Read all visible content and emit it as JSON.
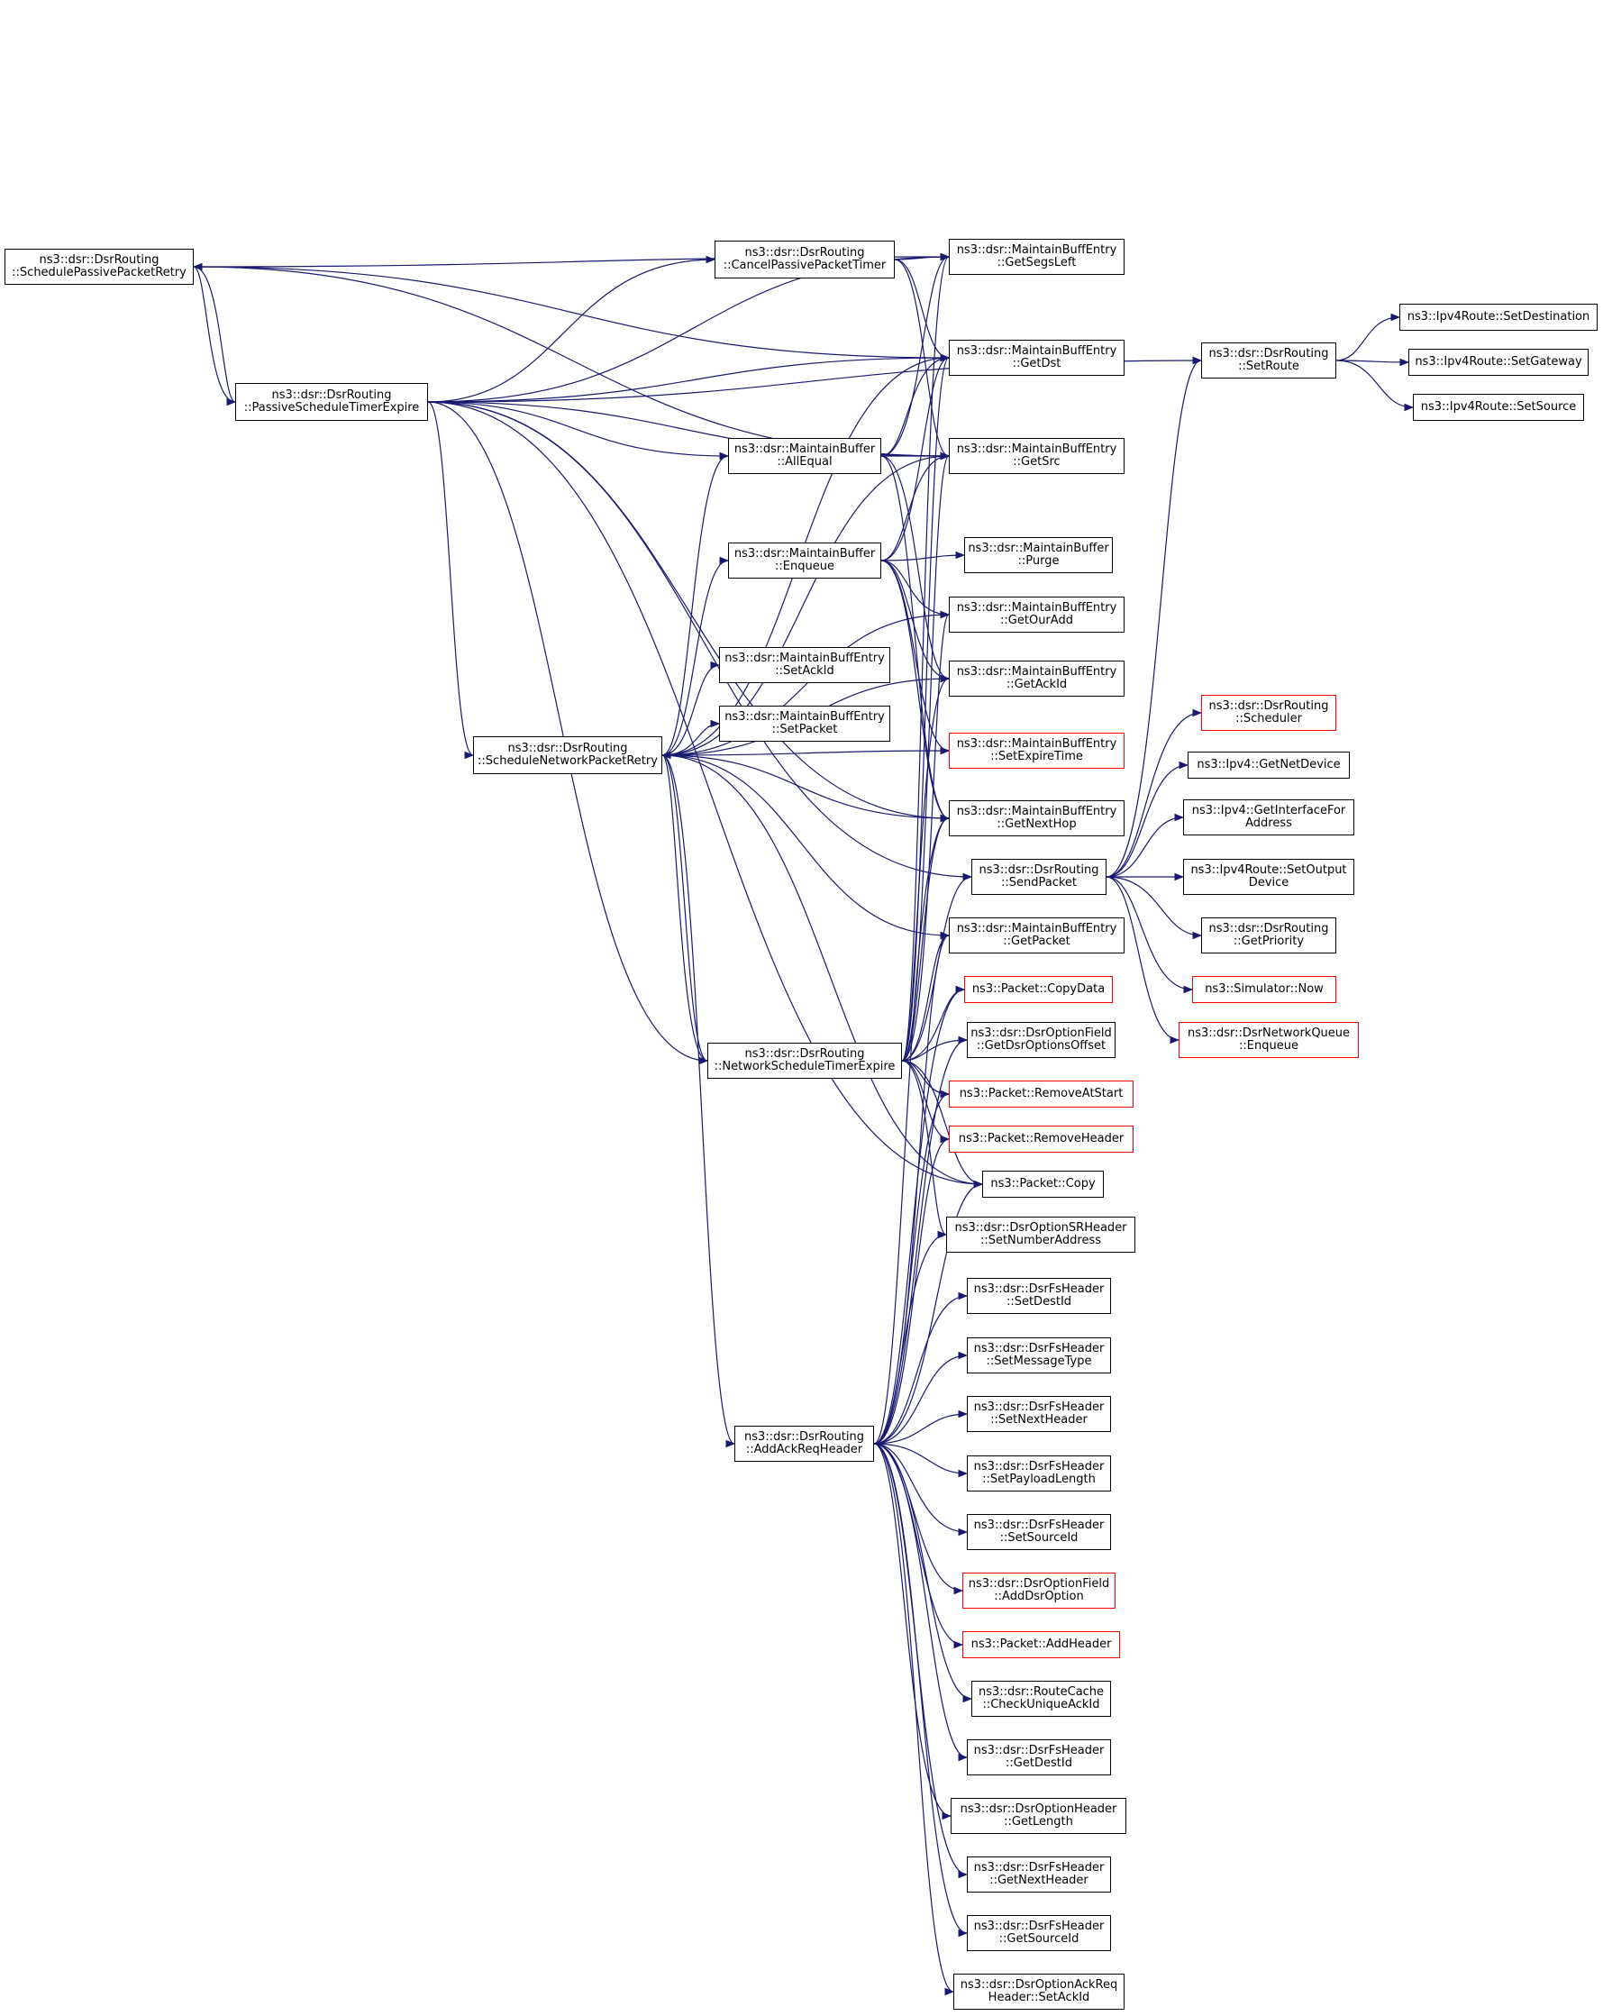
{
  "colors": {
    "edge": "#191970",
    "node_border": "#000000",
    "node_border_external": "#ff0000",
    "root_fill": "#bfbfbf"
  },
  "nodes": [
    {
      "id": "root",
      "lines": [
        "ns3::dsr::DsrRouting",
        "::SchedulePassivePacketRetry"
      ],
      "style": "root"
    },
    {
      "id": "pste",
      "lines": [
        "ns3::dsr::DsrRouting",
        "::PassiveScheduleTimerExpire"
      ],
      "style": "normal"
    },
    {
      "id": "snpr",
      "lines": [
        "ns3::dsr::DsrRouting",
        "::ScheduleNetworkPacketRetry"
      ],
      "style": "normal"
    },
    {
      "id": "nste",
      "lines": [
        "ns3::dsr::DsrRouting",
        "::NetworkScheduleTimerExpire"
      ],
      "style": "red"
    },
    {
      "id": "aarh",
      "lines": [
        "ns3::dsr::DsrRouting",
        "::AddAckReqHeader"
      ],
      "style": "normal"
    },
    {
      "id": "cppt",
      "lines": [
        "ns3::dsr::DsrRouting",
        "::CancelPassivePacketTimer"
      ],
      "style": "normal"
    },
    {
      "id": "alleq",
      "lines": [
        "ns3::dsr::MaintainBuffer",
        "::AllEqual"
      ],
      "style": "normal"
    },
    {
      "id": "enq",
      "lines": [
        "ns3::dsr::MaintainBuffer",
        "::Enqueue"
      ],
      "style": "normal"
    },
    {
      "id": "setack",
      "lines": [
        "ns3::dsr::MaintainBuffEntry",
        "::SetAckId"
      ],
      "style": "normal"
    },
    {
      "id": "setpkt",
      "lines": [
        "ns3::dsr::MaintainBuffEntry",
        "::SetPacket"
      ],
      "style": "normal"
    },
    {
      "id": "getsegs",
      "lines": [
        "ns3::dsr::MaintainBuffEntry",
        "::GetSegsLeft"
      ],
      "style": "normal"
    },
    {
      "id": "getdst",
      "lines": [
        "ns3::dsr::MaintainBuffEntry",
        "::GetDst"
      ],
      "style": "normal"
    },
    {
      "id": "getsrc",
      "lines": [
        "ns3::dsr::MaintainBuffEntry",
        "::GetSrc"
      ],
      "style": "normal"
    },
    {
      "id": "purge",
      "lines": [
        "ns3::dsr::MaintainBuffer",
        "::Purge"
      ],
      "style": "normal"
    },
    {
      "id": "getour",
      "lines": [
        "ns3::dsr::MaintainBuffEntry",
        "::GetOurAdd"
      ],
      "style": "normal"
    },
    {
      "id": "getackid",
      "lines": [
        "ns3::dsr::MaintainBuffEntry",
        "::GetAckId"
      ],
      "style": "normal"
    },
    {
      "id": "setexp",
      "lines": [
        "ns3::dsr::MaintainBuffEntry",
        "::SetExpireTime"
      ],
      "style": "red"
    },
    {
      "id": "getnext",
      "lines": [
        "ns3::dsr::MaintainBuffEntry",
        "::GetNextHop"
      ],
      "style": "normal"
    },
    {
      "id": "sendpkt",
      "lines": [
        "ns3::dsr::DsrRouting",
        "::SendPacket"
      ],
      "style": "normal"
    },
    {
      "id": "getpkt",
      "lines": [
        "ns3::dsr::MaintainBuffEntry",
        "::GetPacket"
      ],
      "style": "normal"
    },
    {
      "id": "copydata",
      "lines": [
        "ns3::Packet::CopyData"
      ],
      "style": "red"
    },
    {
      "id": "getdsropt",
      "lines": [
        "ns3::dsr::DsrOptionField",
        "::GetDsrOptionsOffset"
      ],
      "style": "normal"
    },
    {
      "id": "remstart",
      "lines": [
        "ns3::Packet::RemoveAtStart"
      ],
      "style": "red"
    },
    {
      "id": "remhdr",
      "lines": [
        "ns3::Packet::RemoveHeader"
      ],
      "style": "red"
    },
    {
      "id": "copy",
      "lines": [
        "ns3::Packet::Copy"
      ],
      "style": "normal"
    },
    {
      "id": "setnumaddr",
      "lines": [
        "ns3::dsr::DsrOptionSRHeader",
        "::SetNumberAddress"
      ],
      "style": "normal"
    },
    {
      "id": "setdestid",
      "lines": [
        "ns3::dsr::DsrFsHeader",
        "::SetDestId"
      ],
      "style": "normal"
    },
    {
      "id": "setmsgtype",
      "lines": [
        "ns3::dsr::DsrFsHeader",
        "::SetMessageType"
      ],
      "style": "normal"
    },
    {
      "id": "setnexthdr",
      "lines": [
        "ns3::dsr::DsrFsHeader",
        "::SetNextHeader"
      ],
      "style": "normal"
    },
    {
      "id": "setpaylen",
      "lines": [
        "ns3::dsr::DsrFsHeader",
        "::SetPayloadLength"
      ],
      "style": "normal"
    },
    {
      "id": "setsrcid",
      "lines": [
        "ns3::dsr::DsrFsHeader",
        "::SetSourceId"
      ],
      "style": "normal"
    },
    {
      "id": "adddsropt",
      "lines": [
        "ns3::dsr::DsrOptionField",
        "::AddDsrOption"
      ],
      "style": "red"
    },
    {
      "id": "addhdr",
      "lines": [
        "ns3::Packet::AddHeader"
      ],
      "style": "red"
    },
    {
      "id": "chkack",
      "lines": [
        "ns3::dsr::RouteCache",
        "::CheckUniqueAckId"
      ],
      "style": "normal"
    },
    {
      "id": "getdestid",
      "lines": [
        "ns3::dsr::DsrFsHeader",
        "::GetDestId"
      ],
      "style": "normal"
    },
    {
      "id": "getlen",
      "lines": [
        "ns3::dsr::DsrOptionHeader",
        "::GetLength"
      ],
      "style": "normal"
    },
    {
      "id": "getnexthdr",
      "lines": [
        "ns3::dsr::DsrFsHeader",
        "::GetNextHeader"
      ],
      "style": "normal"
    },
    {
      "id": "getsrcid",
      "lines": [
        "ns3::dsr::DsrFsHeader",
        "::GetSourceId"
      ],
      "style": "normal"
    },
    {
      "id": "setackid2",
      "lines": [
        "ns3::dsr::DsrOptionAckReq",
        "Header::SetAckId"
      ],
      "style": "normal"
    },
    {
      "id": "setroute",
      "lines": [
        "ns3::dsr::DsrRouting",
        "::SetRoute"
      ],
      "style": "normal"
    },
    {
      "id": "setdest",
      "lines": [
        "ns3::Ipv4Route::SetDestination"
      ],
      "style": "normal"
    },
    {
      "id": "setgw",
      "lines": [
        "ns3::Ipv4Route::SetGateway"
      ],
      "style": "normal"
    },
    {
      "id": "setsrc",
      "lines": [
        "ns3::Ipv4Route::SetSource"
      ],
      "style": "normal"
    },
    {
      "id": "sched",
      "lines": [
        "ns3::dsr::DsrRouting",
        "::Scheduler"
      ],
      "style": "red"
    },
    {
      "id": "getnetdev",
      "lines": [
        "ns3::Ipv4::GetNetDevice"
      ],
      "style": "normal"
    },
    {
      "id": "getiface",
      "lines": [
        "ns3::Ipv4::GetInterfaceFor",
        "Address"
      ],
      "style": "normal"
    },
    {
      "id": "setoutdev",
      "lines": [
        "ns3::Ipv4Route::SetOutput",
        "Device"
      ],
      "style": "normal"
    },
    {
      "id": "getprio",
      "lines": [
        "ns3::dsr::DsrRouting",
        "::GetPriority"
      ],
      "style": "normal"
    },
    {
      "id": "simnow",
      "lines": [
        "ns3::Simulator::Now"
      ],
      "style": "red"
    },
    {
      "id": "netqenq",
      "lines": [
        "ns3::dsr::DsrNetworkQueue",
        "::Enqueue"
      ],
      "style": "red"
    }
  ]
}
